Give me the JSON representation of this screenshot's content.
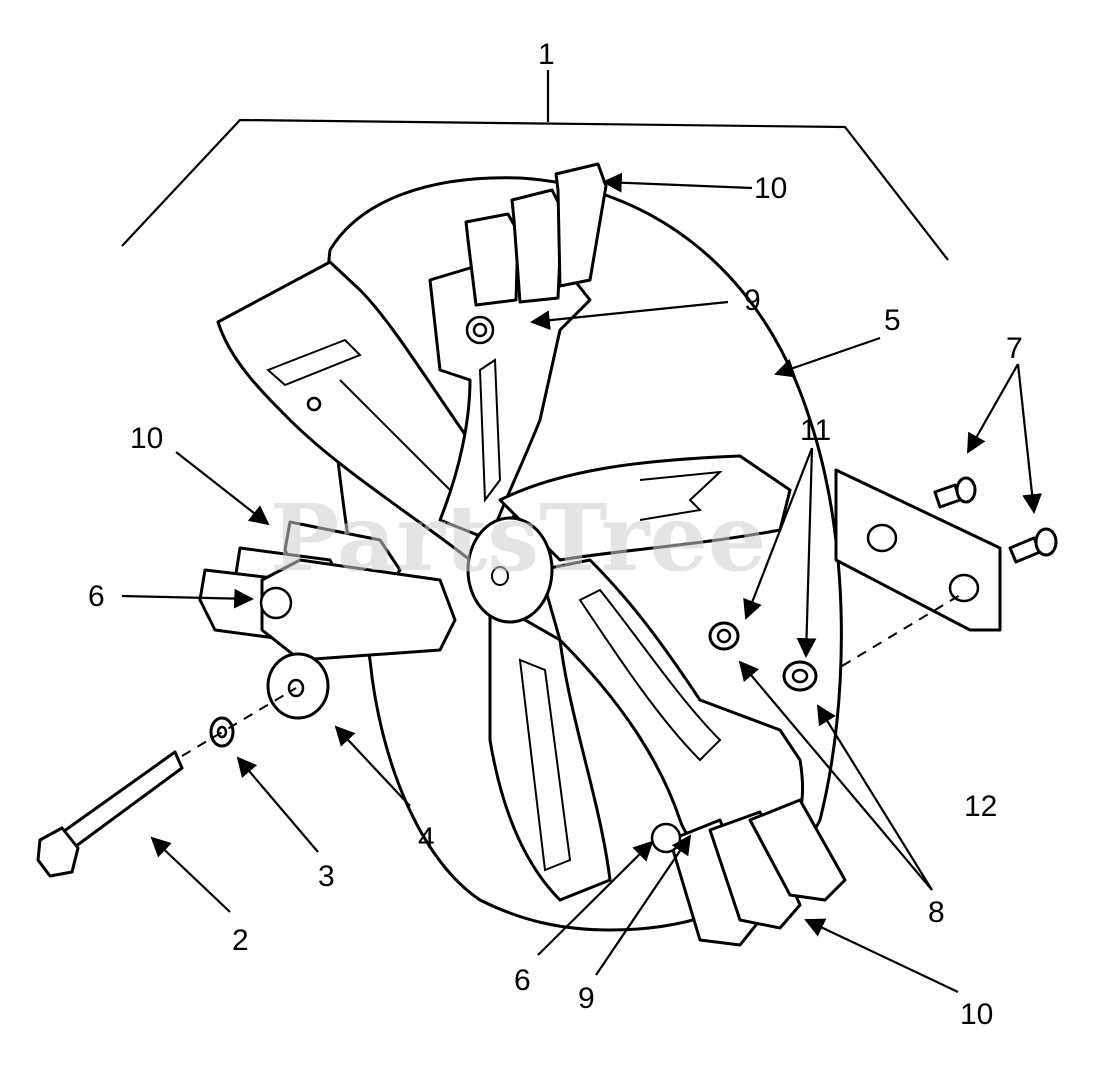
{
  "watermark": "PartsTree",
  "callouts": [
    "1",
    "10",
    "9",
    "5",
    "7",
    "10",
    "11",
    "6",
    "4",
    "3",
    "2",
    "12",
    "8",
    "6",
    "9",
    "10"
  ]
}
